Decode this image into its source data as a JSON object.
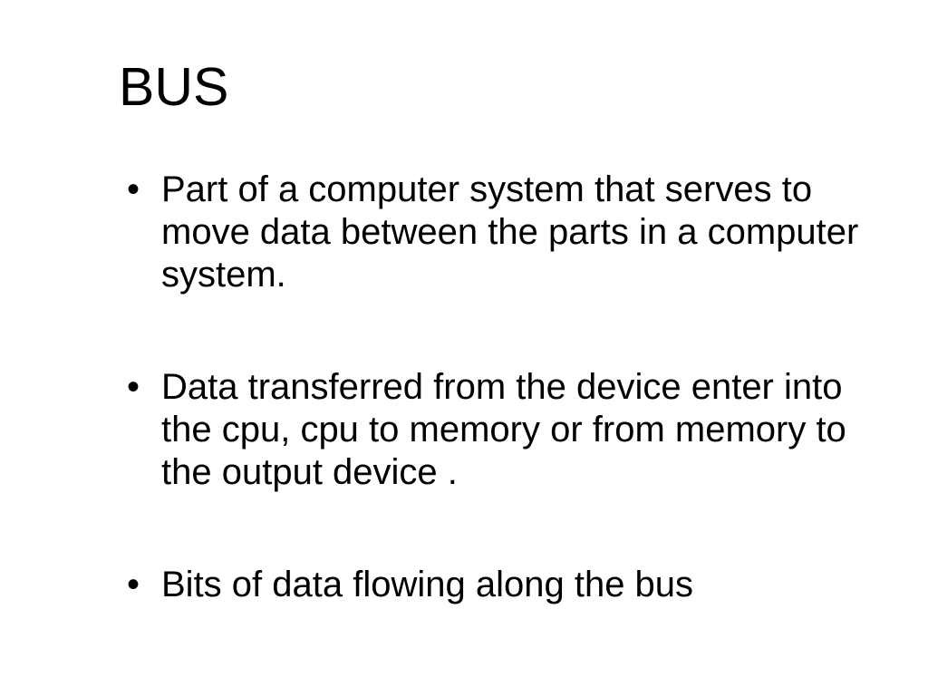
{
  "slide": {
    "title": "BUS",
    "bullet_marker": "•",
    "bullets": [
      {
        "text": "Part of a computer system that serves to move data between the parts in a computer system."
      },
      {
        "text": "Data transferred from the device enter into the cpu, cpu to memory or from memory to the output device ."
      },
      {
        "text": "Bits of data flowing along the bus"
      }
    ]
  }
}
